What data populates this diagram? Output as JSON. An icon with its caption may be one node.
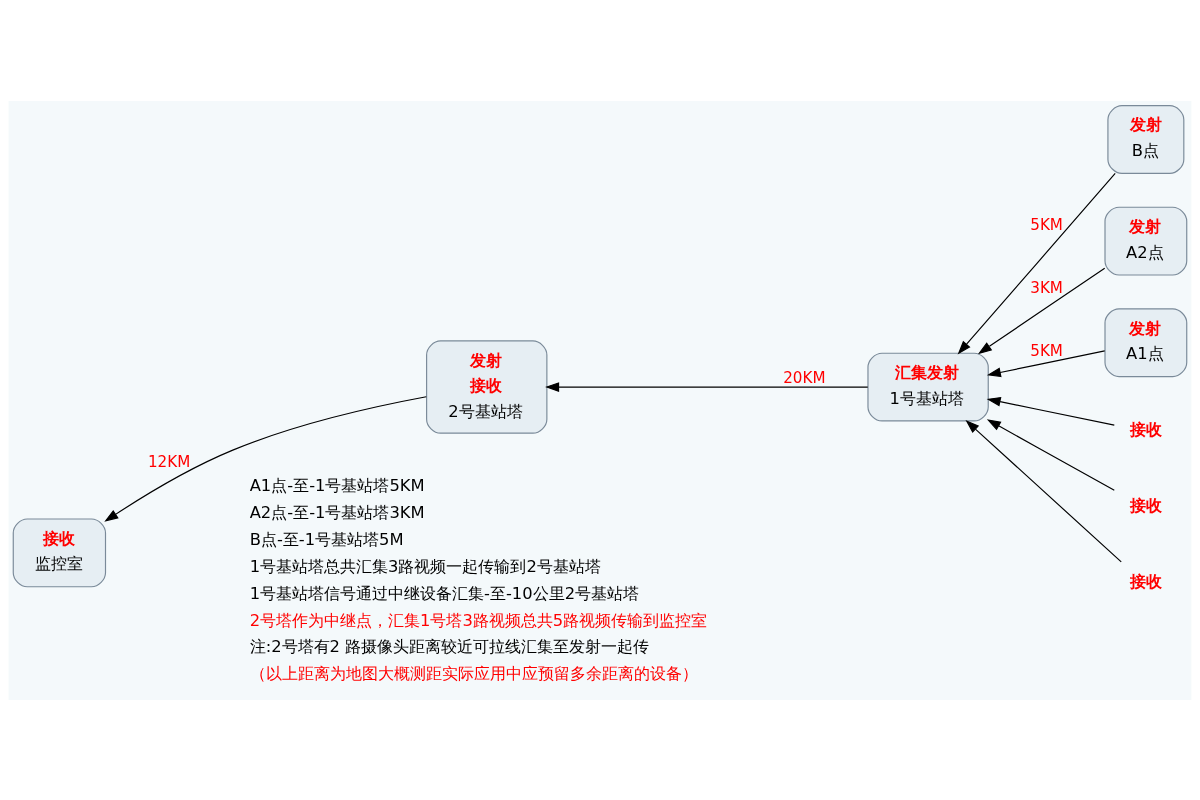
{
  "diagram": {
    "nodes": [
      {
        "text": [
          "接收",
          "监控室"
        ]
      },
      {
        "text": [
          "发射",
          "接收",
          "2号基站塔"
        ]
      },
      {
        "text": [
          "汇集发射",
          "1号基站塔"
        ]
      },
      {
        "text": [
          "发射",
          "B点"
        ]
      },
      {
        "text": [
          "发射",
          "A2点"
        ]
      },
      {
        "text": [
          "发射",
          "A1点"
        ]
      },
      {
        "text": [
          "接收"
        ]
      },
      {
        "text": [
          "接收"
        ]
      },
      {
        "text": [
          "接收"
        ]
      }
    ],
    "edges": [
      {
        "from": 1,
        "to": 0,
        "arrow": "to",
        "label": "12KM"
      },
      {
        "from": 2,
        "to": 1,
        "arrow": "to",
        "label": "20KM"
      },
      {
        "from": 3,
        "to": 2,
        "arrow": "to",
        "label": "5KM"
      },
      {
        "from": 5,
        "to": 2,
        "arrow": "to",
        "label": "5KM"
      },
      {
        "from": 4,
        "to": 2,
        "arrow": "to",
        "label": "3KM"
      },
      {
        "from": 6,
        "to": 2,
        "arrow": "to"
      },
      {
        "from": 7,
        "to": 2,
        "arrow": "to"
      },
      {
        "from": 8,
        "to": 2,
        "arrow": "to"
      }
    ],
    "labels": [
      "A1点-至-1号基站塔5KM",
      "A2点-至-1号基站塔3KM",
      "B点-至-1号基站塔5M",
      "1号基站塔总共汇集3路视频一起传输到2号基站塔",
      "1号基站塔信号通过中继设备汇集-至-10公里2号基站塔",
      "2号塔作为中继点，汇集1号塔3路视频总共5路视频传输到监控室",
      "注:2号塔有2 路摄像头距离较近可拉线汇集至发射一起传",
      "（以上距离为地图大概测距实际应用中应预留多余距离的设备）"
    ]
  }
}
